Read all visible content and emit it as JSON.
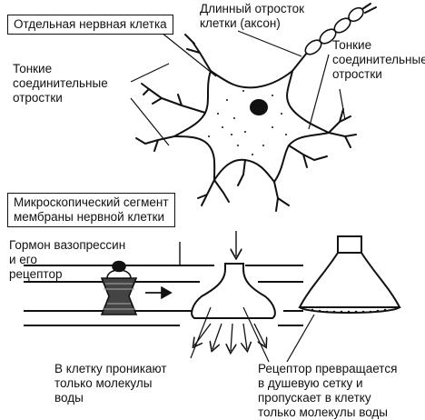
{
  "labels": {
    "neuron_title": "Отдельная нервная клетка",
    "axon": "Длинный отросток\nклетки (аксон)",
    "dendrites_left": "Тонкие\nсоединительные\nотростки",
    "dendrites_right": "Тонкие\nсоединительные\nотростки",
    "membrane_title": "Микроскопический сегмент\nмембраны нервной клетки",
    "hormone": "Гормон вазопрессин\nи его\nрецептор",
    "water_in": "В клетку проникают\nтолько молекулы\nводы",
    "receptor_change": "Рецептор превращается\nв душевую сетку и\nпропускает в клетку\nтолько молекулы воды"
  },
  "icons": [
    "neuron-cell-icon",
    "membrane-segment-icon",
    "vasopressin-receptor-icon",
    "receptor-funnel-icon",
    "shower-head-icon"
  ]
}
